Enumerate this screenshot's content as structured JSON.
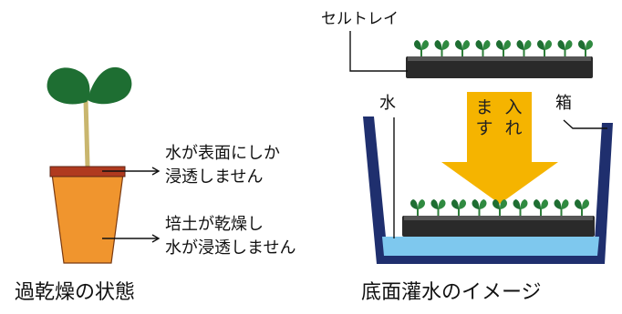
{
  "left": {
    "caption": "過乾燥の状態",
    "note_top_line1": "水が表面にしか",
    "note_top_line2": "浸透しません",
    "note_bottom_line1": "培土が乾燥し",
    "note_bottom_line2": "水が浸透しません"
  },
  "right": {
    "caption": "底面灌水のイメージ",
    "cell_tray_label": "セルトレイ",
    "water_label": "水",
    "box_label": "箱",
    "arrow_text_col1": "ます",
    "arrow_text_col2": "入れ"
  },
  "colors": {
    "leaf": "#1e6e32",
    "pot": "#f0952e",
    "pot_rim": "#b03a1f",
    "soil": "#5b2416",
    "tray": "#2a2a2a",
    "box": "#1f2f6e",
    "water": "#7ec8ee",
    "arrow": "#f5b400"
  }
}
